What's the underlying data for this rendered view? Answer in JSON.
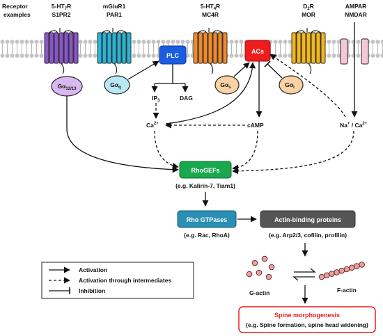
{
  "header": {
    "receptor_examples_line1": "Receptor",
    "receptor_examples_line2": "examples"
  },
  "receptors": [
    {
      "line1_main": "5-HT",
      "line1_sub": "7",
      "line1_rest": "R",
      "line2": "S1PR2",
      "color": "#8a55c8"
    },
    {
      "line1_main": "mGluR1",
      "line1_sub": "",
      "line1_rest": "",
      "line2": "PAR1",
      "color": "#29b4d4"
    },
    {
      "line1_main": "5-HT",
      "line1_sub": "4",
      "line1_rest": "R",
      "line2": "MC4R",
      "color": "#f08a2c"
    },
    {
      "line1_main": "D",
      "line1_sub": "2",
      "line1_rest": "R",
      "line2": "MOR",
      "color": "#f2b81a"
    },
    {
      "line1_main": "AMPAR",
      "line1_sub": "",
      "line1_rest": "",
      "line2": "NMDAR",
      "color": "#f6c8d6"
    }
  ],
  "g_proteins": [
    {
      "main": "Gα",
      "sub": "12/13",
      "color": "#d9b8ef"
    },
    {
      "main": "Gα",
      "sub": "q",
      "color": "#b8e8f4"
    },
    {
      "main": "Gα",
      "sub": "s",
      "color": "#f9d2a6"
    },
    {
      "main": "Gα",
      "sub": "i",
      "color": "#f9d2a6"
    }
  ],
  "enzymes": {
    "plc": {
      "label": "PLC",
      "color": "#1a5de0"
    },
    "acs": {
      "label": "ACs",
      "color": "#ee1c1c"
    }
  },
  "messengers": {
    "ip3_main": "IP",
    "ip3_sub": "3",
    "dag": "DAG",
    "ca_main": "Ca",
    "ca_sup": "2+",
    "camp": "cAMP",
    "na_main": "Na",
    "na_sup": "+",
    "na_mid": " / Ca",
    "na_sup2": "2+"
  },
  "nodes": {
    "rhogefs": {
      "label": "RhoGEFs",
      "example": "(e.g. Kalirin-7, Tiam1)",
      "color": "#1aa84f"
    },
    "rho_gtpases": {
      "label": "Rho GTPases",
      "example": "(e.g. Rac, RhoA)",
      "color": "#2a8fb4"
    },
    "actin_binding": {
      "label": "Actin-binding proteins",
      "example": "(e.g. Arp2/3, cofilin, profilin)",
      "color": "#555555"
    }
  },
  "actin": {
    "g_actin": "G-actin",
    "f_actin": "F-actin",
    "bead_color": "#e8a0a0"
  },
  "outcome": {
    "title": "Spine morphogenesis",
    "example": "(e.g. Spine formation, spine head widening)",
    "color": "#ee1c1c"
  },
  "legend": {
    "activation": "Activation",
    "activation_intermediates": "Activation through intermediates",
    "inhibition": "Inhibition"
  }
}
